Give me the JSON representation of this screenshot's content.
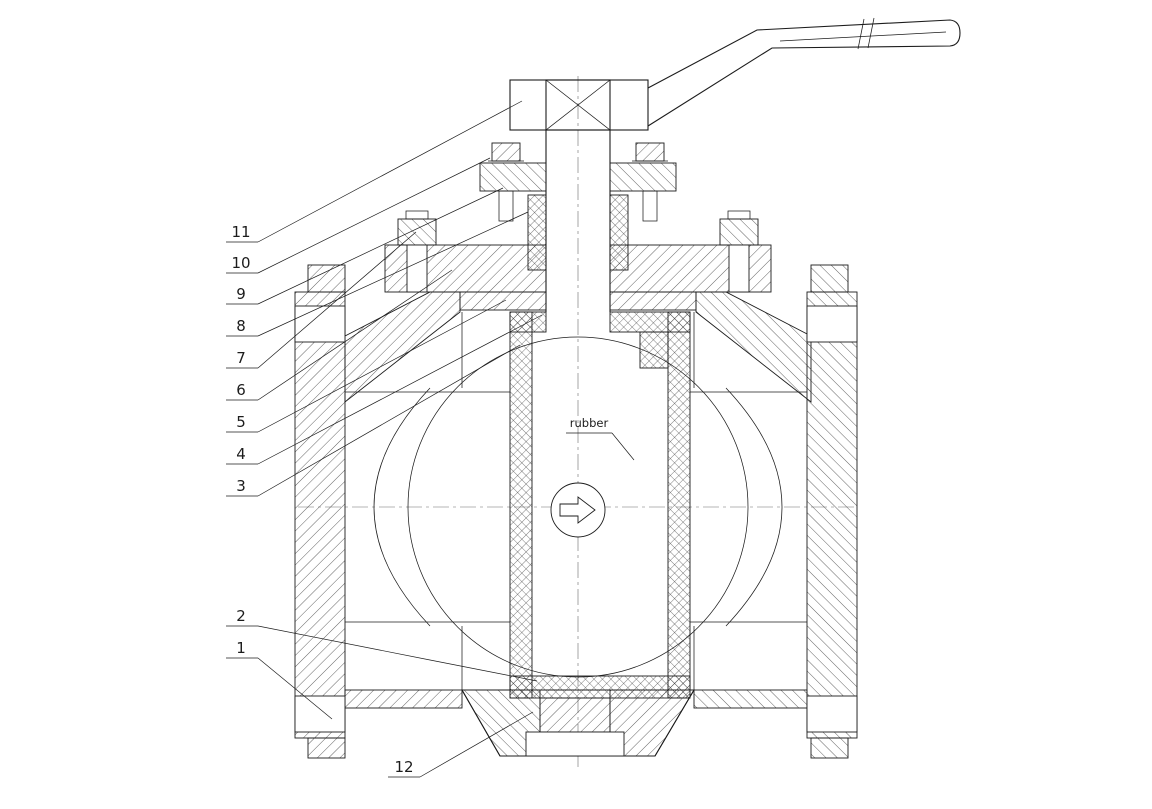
{
  "drawing": {
    "background": "#ffffff",
    "line_color": "#1c1c1c",
    "hatch_color": "#3c3c3c",
    "description": "sectional drawing of a lever-operated ball valve with numbered part callouts"
  },
  "callouts": {
    "n1": "1",
    "n2": "2",
    "n3": "3",
    "n4": "4",
    "n5": "5",
    "n6": "6",
    "n7": "7",
    "n8": "8",
    "n9": "9",
    "n10": "10",
    "n11": "11",
    "n12": "12"
  },
  "annotations": {
    "rubber": "rubber"
  }
}
